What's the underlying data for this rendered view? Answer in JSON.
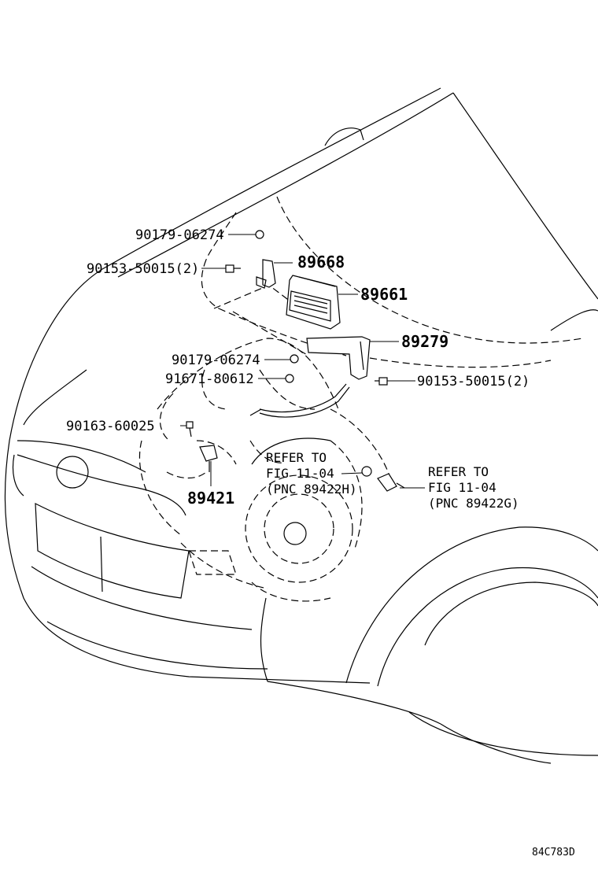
{
  "labels": {
    "p90179_a": "90179-06274",
    "p90153_a": "90153-50015(2)",
    "p89668": "89668",
    "p89661": "89661",
    "p89279": "89279",
    "p90179_b": "90179-06274",
    "p91671": "91671-80612",
    "p90153_b": "90153-50015(2)",
    "p90163": "90163-60025",
    "p89421": "89421"
  },
  "refs": {
    "left": {
      "line1": "REFER TO",
      "line2": "FIG 11-04",
      "line3": "(PNC 89422H)"
    },
    "right": {
      "line1": "REFER TO",
      "line2": "FIG 11-04",
      "line3": "(PNC 89422G)"
    }
  },
  "figure_code": "84C783D"
}
